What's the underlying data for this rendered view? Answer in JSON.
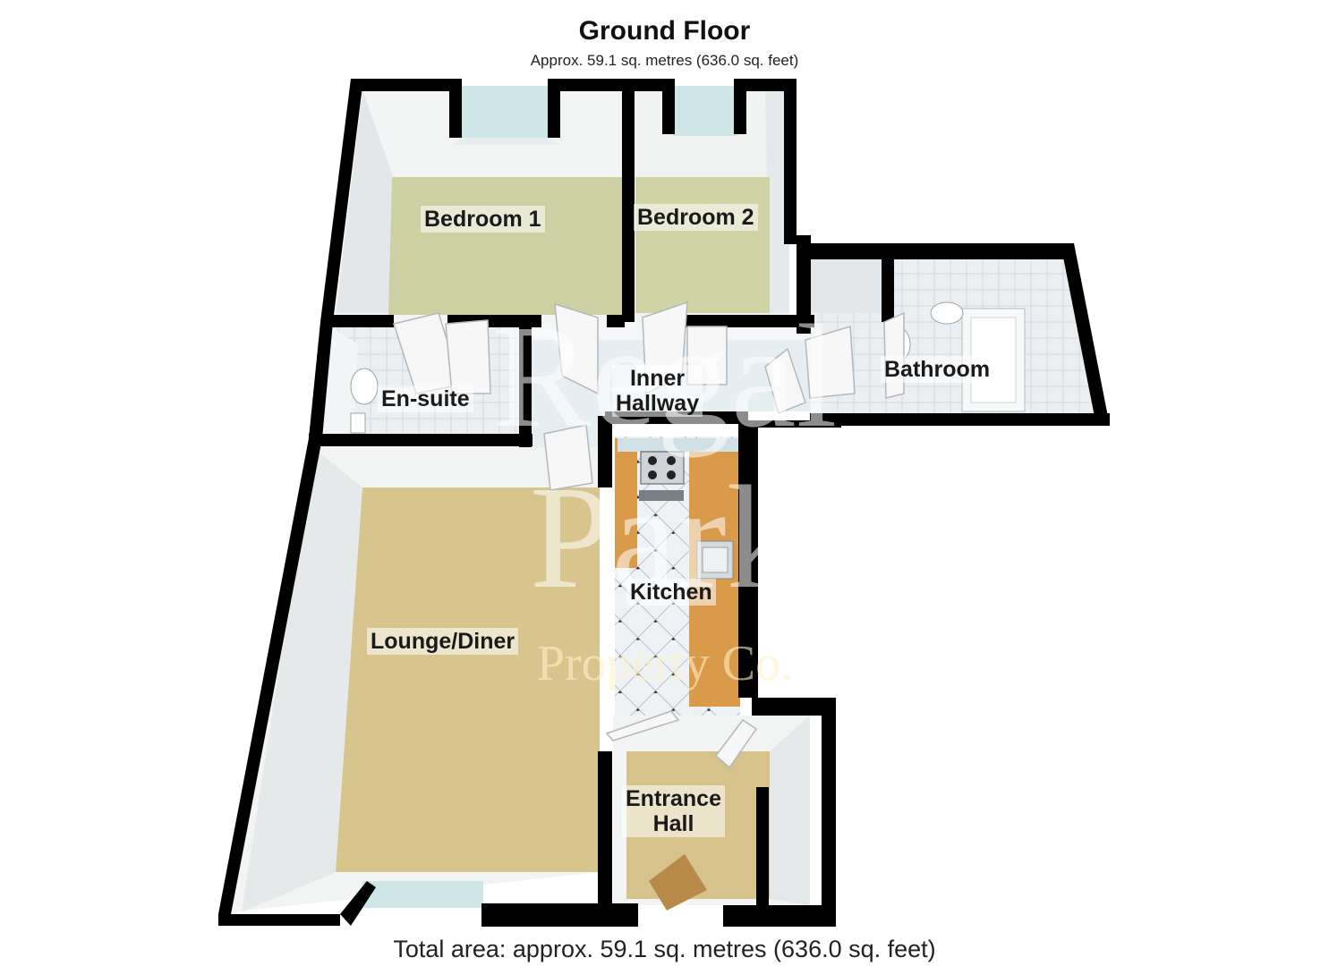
{
  "header": {
    "title": "Ground Floor",
    "subtitle": "Approx. 59.1 sq. metres (636.0 sq. feet)"
  },
  "rooms": {
    "bedroom1": "Bedroom 1",
    "bedroom2": "Bedroom 2",
    "ensuite": "En-suite",
    "inner_hallway_line1": "Inner",
    "inner_hallway_line2": "Hallway",
    "bathroom": "Bathroom",
    "kitchen": "Kitchen",
    "lounge": "Lounge/Diner",
    "entrance_line1": "Entrance",
    "entrance_line2": "Hall"
  },
  "watermark": {
    "line1": "Regal",
    "line2": "Park",
    "line3": "Property Co.",
    "color": "#c9dceb"
  },
  "footer": {
    "total": "Total area: approx. 59.1 sq. metres (636.0 sq. feet)"
  },
  "colors": {
    "wall": "#000000",
    "carpet": "#d8c58e",
    "carpet_green": "#cfd2a6",
    "tile": "#e9eef2",
    "worktop": "#d99a4a"
  }
}
